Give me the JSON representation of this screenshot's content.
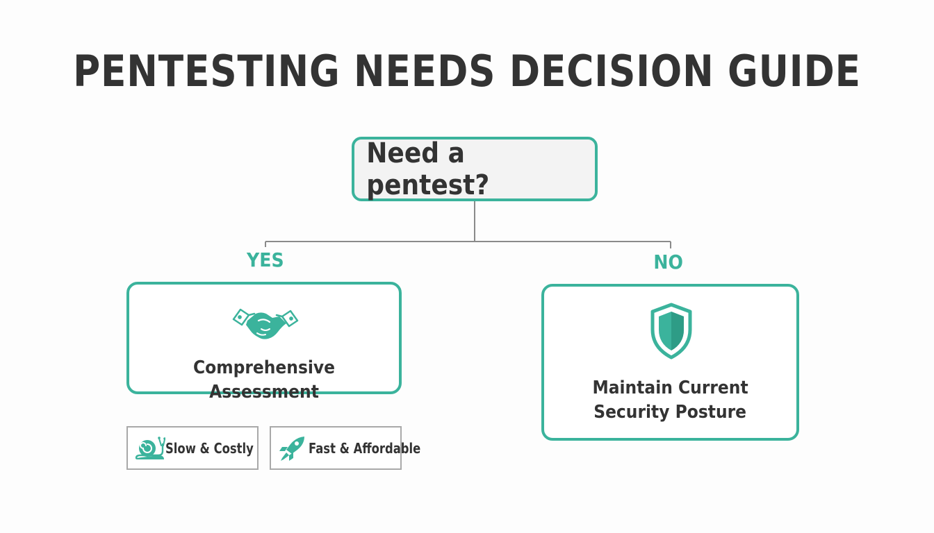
{
  "title": "PENTESTING NEEDS DECISION GUIDE",
  "question": "Need a pentest?",
  "branches": {
    "yes": {
      "label": "YES",
      "outcome": "Comprehensive Assessment",
      "icon": "handshake-icon"
    },
    "no": {
      "label": "NO",
      "outcome_line1": "Maintain Current",
      "outcome_line2": "Security Posture",
      "icon": "shield-icon"
    }
  },
  "options": [
    {
      "label": "Slow & Costly",
      "icon": "snail-icon"
    },
    {
      "label": "Fast & Affordable",
      "icon": "rocket-icon"
    }
  ],
  "colors": {
    "accent": "#3bb39c",
    "text": "#333333",
    "connector": "#8a8a8a"
  }
}
